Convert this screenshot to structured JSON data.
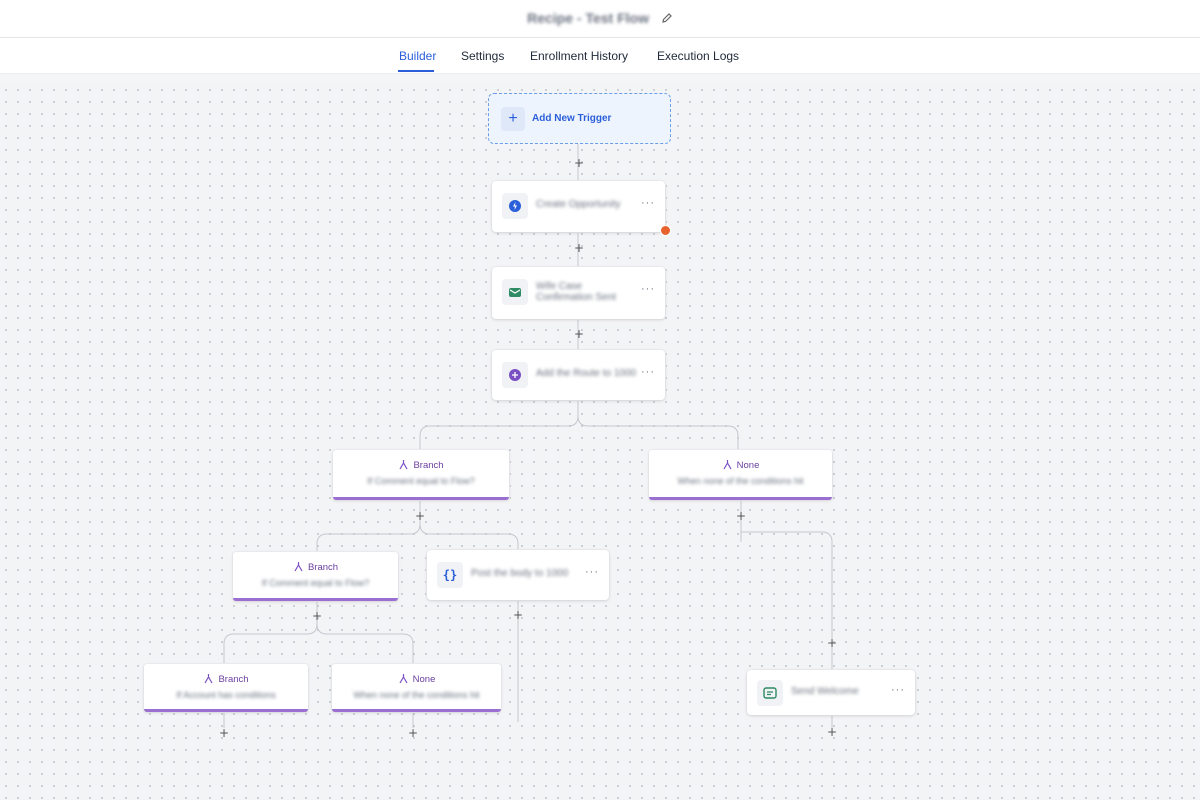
{
  "header": {
    "title": "Recipe - Test Flow"
  },
  "tabs": [
    {
      "label": "Builder",
      "active": true
    },
    {
      "label": "Settings"
    },
    {
      "label": "Enrollment History"
    },
    {
      "label": "Execution Logs"
    }
  ],
  "trigger": {
    "label": "Add New Trigger"
  },
  "actions": [
    {
      "label": "Create Opportunity",
      "icon": "lightning-icon"
    },
    {
      "label": "Wife Case Confirmation Sent",
      "icon": "mail-icon"
    },
    {
      "label": "Add the Route to 1000",
      "icon": "plus-circle-icon"
    },
    {
      "label": "Post the body to 1000",
      "icon": "code-brackets-icon"
    },
    {
      "label": "Send Welcome",
      "icon": "message-icon"
    }
  ],
  "branches": [
    {
      "head": "Branch",
      "sub": "If Comment equal to Flow?"
    },
    {
      "head": "None",
      "sub": "When none of the conditions hit"
    },
    {
      "head": "Branch",
      "sub": "If Comment equal to Flow?"
    },
    {
      "head": "Branch",
      "sub": "If Account has conditions"
    },
    {
      "head": "None",
      "sub": "When none of the conditions hit"
    }
  ],
  "more_label": "···",
  "plus_label": "+",
  "colors": {
    "accent": "#2b5fd9",
    "branch": "#9b6fd1",
    "badge": "#e8622d"
  }
}
